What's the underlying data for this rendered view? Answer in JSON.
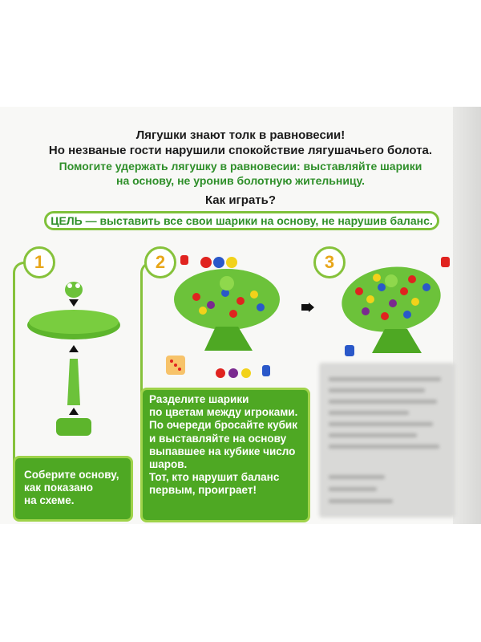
{
  "header": {
    "title_line1": "Лягушки знают толк в равновесии!",
    "title_line2": "Но незваные гости нарушили спокойствие лягушачьего болота.",
    "subtitle_line1": "Помогите удержать лягушку в равновесии: выставляйте шарики",
    "subtitle_line2": "на основу, не уронив болотную жительницу.",
    "how_to_play": "Как играть?"
  },
  "goal": {
    "label": "ЦЕЛЬ",
    "text": " — выставить все свои шарики на основу, не нарушив баланс."
  },
  "steps": [
    {
      "number": "1"
    },
    {
      "number": "2"
    },
    {
      "number": "3"
    }
  ],
  "step1_box": {
    "line1": "Соберите основу,",
    "line2": "как показано",
    "line3": "на схеме."
  },
  "step2_box": {
    "line1": "Разделите шарики",
    "line2": "по цветам между игроками.",
    "line3": "По очереди бросайте кубик",
    "line4": "и выставляйте на основу",
    "line5": "выпавшее на кубике число",
    "line6": "шаров.",
    "line7": "Тот, кто нарушит баланс",
    "line8": "первым, проиграет!"
  },
  "colors": {
    "green_dark": "#4ea823",
    "green_light": "#86c23b",
    "number_orange": "#e8a61a",
    "text_green": "#2f8f2a",
    "ball_red": "#e0231f",
    "ball_yellow": "#f2d21a",
    "ball_blue": "#2a58c9",
    "ball_purple": "#7a2a8f"
  }
}
